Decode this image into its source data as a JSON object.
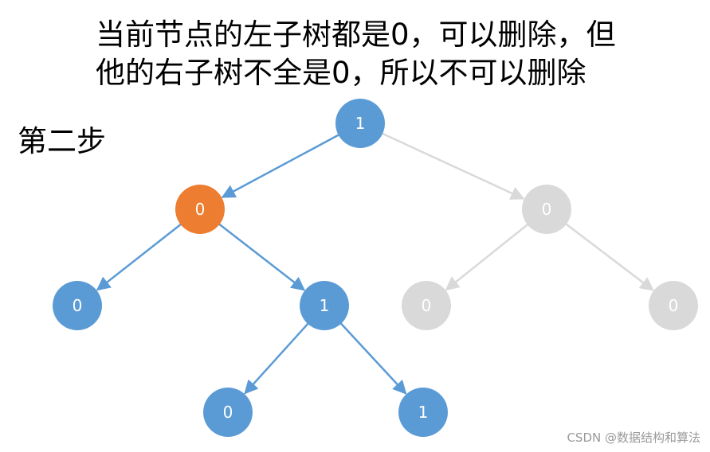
{
  "title": {
    "line1": "当前节点的左子树都是0，可以删除，但",
    "line2": "他的右子树不全是0，所以不可以删除"
  },
  "step_label": "第二步",
  "watermark": "CSDN @数据结构和算法",
  "colors": {
    "active_node": "#5b9bd5",
    "current_node": "#ed7d31",
    "inactive_node": "#d9d9d9",
    "active_edge": "#5b9bd5",
    "inactive_edge": "#d9d9d9"
  },
  "tree": {
    "nodes": [
      {
        "id": "root",
        "value": "1",
        "state": "active"
      },
      {
        "id": "left",
        "value": "0",
        "state": "current"
      },
      {
        "id": "right",
        "value": "0",
        "state": "inactive"
      },
      {
        "id": "left-left",
        "value": "0",
        "state": "active"
      },
      {
        "id": "left-right",
        "value": "1",
        "state": "active"
      },
      {
        "id": "right-left",
        "value": "0",
        "state": "inactive"
      },
      {
        "id": "right-right",
        "value": "0",
        "state": "inactive"
      },
      {
        "id": "left-right-left",
        "value": "0",
        "state": "active"
      },
      {
        "id": "left-right-right",
        "value": "1",
        "state": "active"
      }
    ],
    "edges": [
      {
        "from": "root",
        "to": "left",
        "state": "active"
      },
      {
        "from": "root",
        "to": "right",
        "state": "inactive"
      },
      {
        "from": "left",
        "to": "left-left",
        "state": "active"
      },
      {
        "from": "left",
        "to": "left-right",
        "state": "active"
      },
      {
        "from": "right",
        "to": "right-left",
        "state": "inactive"
      },
      {
        "from": "right",
        "to": "right-right",
        "state": "inactive"
      },
      {
        "from": "left-right",
        "to": "left-right-left",
        "state": "active"
      },
      {
        "from": "left-right",
        "to": "left-right-right",
        "state": "active"
      }
    ]
  }
}
